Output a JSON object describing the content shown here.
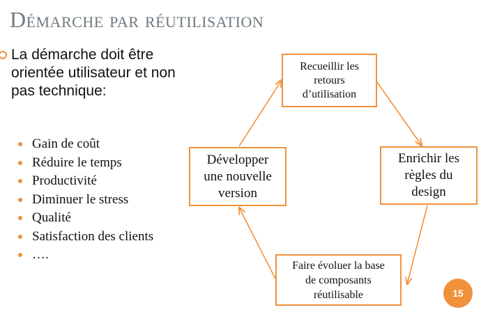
{
  "slide": {
    "title": "Démarche par réutilisation",
    "intro": "La démarche doit être orientée utilisateur et non pas technique:",
    "bullets": [
      "Gain de coût",
      "Réduire le temps",
      "Productivité",
      "Diminuer le stress",
      "Qualité",
      "Satisfaction des clients",
      "…."
    ],
    "cycle": {
      "top": "Recueillir les\nretours\nd’utilisation",
      "right": "Enrichir les\nrègles du\ndesign",
      "bottom": "Faire évoluer la base\nde composants\nréutilisable",
      "left": "Développer\nune nouvelle\nversion"
    },
    "page_number": "15"
  },
  "colors": {
    "accent": "#f0913c",
    "title": "#707a80",
    "text": "#111111"
  }
}
